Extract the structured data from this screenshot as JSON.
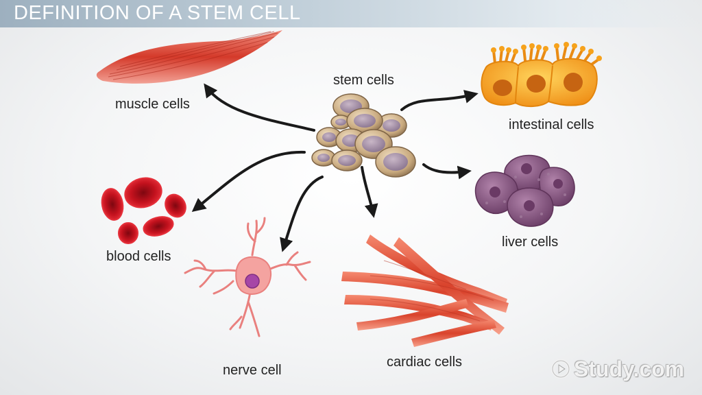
{
  "title": "DEFINITION OF A STEM CELL",
  "labels": {
    "stem_cells": "stem cells",
    "muscle_cells": "muscle cells",
    "intestinal_cells": "intestinal cells",
    "liver_cells": "liver cells",
    "blood_cells": "blood cells",
    "nerve_cell": "nerve cell",
    "cardiac_cells": "cardiac cells"
  },
  "brand": {
    "name": "Study.com",
    "icon": "play-circle-icon"
  },
  "colors": {
    "stem": "#c9b291",
    "stem_nucleus": "#9e8ba0",
    "muscle": "#d94a3a",
    "intestinal": "#f2a12a",
    "liver": "#8c5a85",
    "blood": "#c8101c",
    "nerve": "#ef8a8a",
    "cardiac": "#e0553c",
    "arrow": "#1a1a1a"
  }
}
